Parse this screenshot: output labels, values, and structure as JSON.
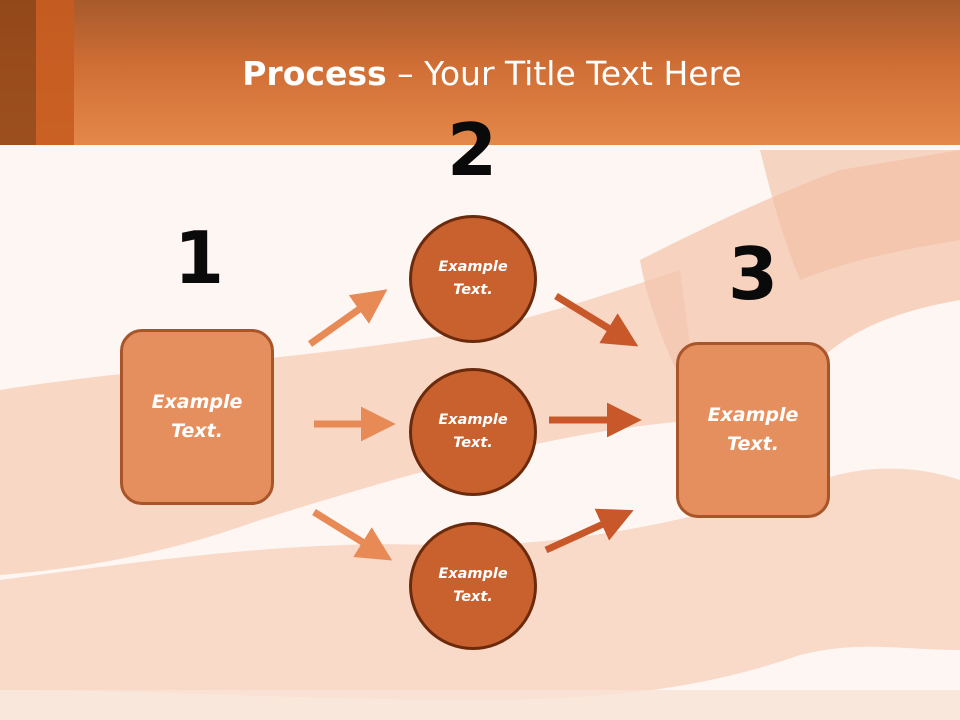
{
  "title": {
    "bold": "Process",
    "rest": " – Your Title Text Here"
  },
  "steps": [
    {
      "number": "1",
      "box_text": "Example\nText."
    },
    {
      "number": "2",
      "circles": [
        "Example\nText.",
        "Example\nText.",
        "Example\nText."
      ]
    },
    {
      "number": "3",
      "box_text": "Example\nText."
    }
  ],
  "colors": {
    "header": "#cf6e35",
    "box_fill": "#e58f5e",
    "circle_fill": "#c9612f",
    "arrow_light": "#e88a55",
    "arrow_dark": "#c8582a"
  }
}
